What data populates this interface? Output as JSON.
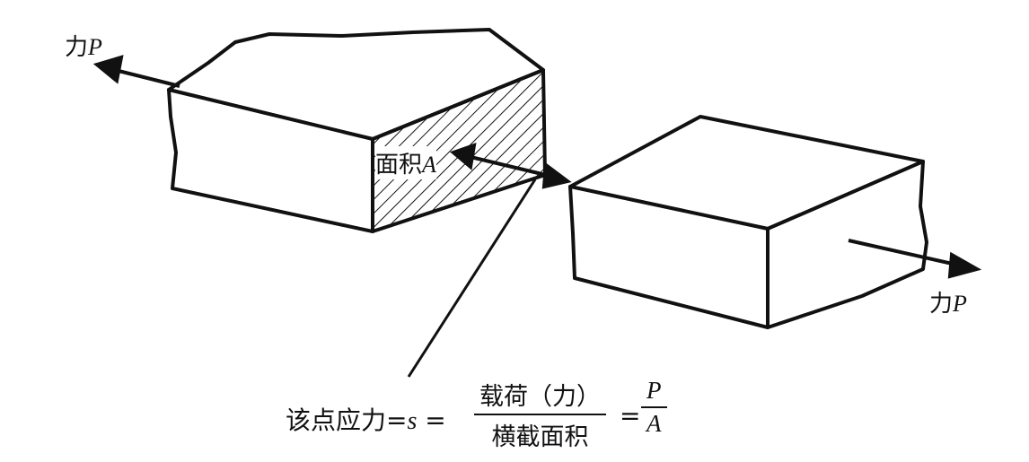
{
  "labels": {
    "force_left": {
      "prefix": "力",
      "var": "P"
    },
    "area": {
      "prefix": "面积",
      "var": "A"
    },
    "force_right": {
      "prefix": "力",
      "var": "P"
    }
  },
  "formula": {
    "lhs": "该点应力",
    "eq1": "=",
    "s": "s",
    "eq2": "=",
    "numerator": "载荷（力）",
    "denominator": "横截面积",
    "eq3": "=",
    "p": "P",
    "a": "A"
  }
}
